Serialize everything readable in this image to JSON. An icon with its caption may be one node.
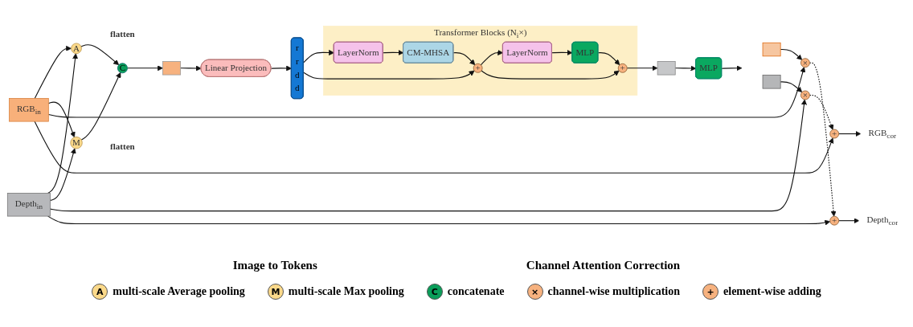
{
  "diagram": {
    "nodes": [
      {
        "text": [
          "RGB$_{in}$"
        ]
      },
      {
        "text": [
          "Depth$_{in}$"
        ]
      },
      {
        "text": [
          "A"
        ],
        "beside": [
          "flatten"
        ]
      },
      {
        "text": [
          "M"
        ],
        "beside": [
          "flatten"
        ]
      },
      {
        "text": [
          "C"
        ]
      },
      {
        "text": [],
        "shape": "bar"
      },
      {
        "text": [
          "Linear Projection"
        ]
      },
      {
        "text": [
          "r",
          "r",
          "d",
          "d"
        ]
      },
      {
        "text": [
          "Transformer Blocks (N$_{i}$×)"
        ]
      },
      {
        "text": [
          "LayerNorm"
        ],
        "in": 8
      },
      {
        "text": [
          "CM-MHSA"
        ],
        "in": 8
      },
      {
        "text": [
          "+"
        ],
        "in": 8
      },
      {
        "text": [
          "LayerNorm"
        ],
        "in": 8
      },
      {
        "text": [
          "MLP"
        ],
        "in": 8
      },
      {
        "text": [
          "+"
        ],
        "in": 8
      },
      {
        "text": [],
        "shape": "bar"
      },
      {
        "text": [
          "MLP"
        ]
      },
      {
        "text": [],
        "shape": "bar"
      },
      {
        "text": [],
        "shape": "bar"
      },
      {
        "text": [
          "×"
        ]
      },
      {
        "text": [
          "×"
        ]
      },
      {
        "text": [
          "+"
        ]
      },
      {
        "text": [
          "+"
        ]
      },
      {
        "text": [
          "RGB$_{cor}$"
        ]
      },
      {
        "text": [
          "Depth$_{cor}$"
        ]
      }
    ],
    "edges": [
      {
        "from": 0,
        "to": 2,
        "arrow": "to"
      },
      {
        "from": 0,
        "to": 3,
        "arrow": "to"
      },
      {
        "from": 1,
        "to": 2,
        "arrow": "to"
      },
      {
        "from": 1,
        "to": 3,
        "arrow": "to"
      },
      {
        "from": 2,
        "to": 4,
        "arrow": "to"
      },
      {
        "from": 3,
        "to": 4,
        "arrow": "to"
      },
      {
        "from": 4,
        "to": 5,
        "arrow": "to"
      },
      {
        "from": 5,
        "to": 6,
        "arrow": "to"
      },
      {
        "from": 6,
        "to": 7,
        "arrow": "to"
      },
      {
        "from": 7,
        "to": 9,
        "arrow": "to"
      },
      {
        "from": 7,
        "to": 11,
        "arrow": "to"
      },
      {
        "from": 9,
        "to": 10,
        "arrow": "to"
      },
      {
        "from": 10,
        "to": 11,
        "arrow": "to"
      },
      {
        "from": 11,
        "to": 12,
        "arrow": "to"
      },
      {
        "from": 11,
        "to": 14,
        "arrow": "to"
      },
      {
        "from": 12,
        "to": 13,
        "arrow": "to"
      },
      {
        "from": 13,
        "to": 14,
        "arrow": "to"
      },
      {
        "from": 14,
        "to": 15,
        "arrow": "to"
      },
      {
        "from": 15,
        "to": 16,
        "arrow": "to"
      },
      {
        "from": 16,
        "to": null,
        "arrow": "to"
      },
      {
        "from": 17,
        "to": 19,
        "arrow": "to"
      },
      {
        "from": 18,
        "to": 20,
        "arrow": "to"
      },
      {
        "from": 0,
        "to": 19,
        "arrow": "to"
      },
      {
        "from": 0,
        "to": 21,
        "arrow": "to"
      },
      {
        "from": 1,
        "to": 20,
        "arrow": "to"
      },
      {
        "from": 1,
        "to": 22,
        "arrow": "to"
      },
      {
        "from": 19,
        "to": 22,
        "arrow": "to",
        "style": "dashed"
      },
      {
        "from": 20,
        "to": 21,
        "arrow": "to",
        "style": "dashed"
      },
      {
        "from": 21,
        "to": 23,
        "arrow": "to"
      },
      {
        "from": 22,
        "to": 24,
        "arrow": "to"
      }
    ],
    "labels": [
      "Image to Tokens",
      "Channel Attention Correction",
      "A",
      "M",
      "C",
      "×",
      "+"
    ],
    "legend": [
      {
        "text": "multi-scale Average pooling",
        "color": "#fbd98a"
      },
      {
        "text": "multi-scale Max pooling",
        "color": "#fbd98a"
      },
      {
        "text": "concatenate",
        "color": "#0a9e5a"
      },
      {
        "text": "channel-wise multiplication",
        "color": "#f7b27f"
      },
      {
        "text": "element-wise adding",
        "color": "#f7b27f"
      }
    ]
  }
}
